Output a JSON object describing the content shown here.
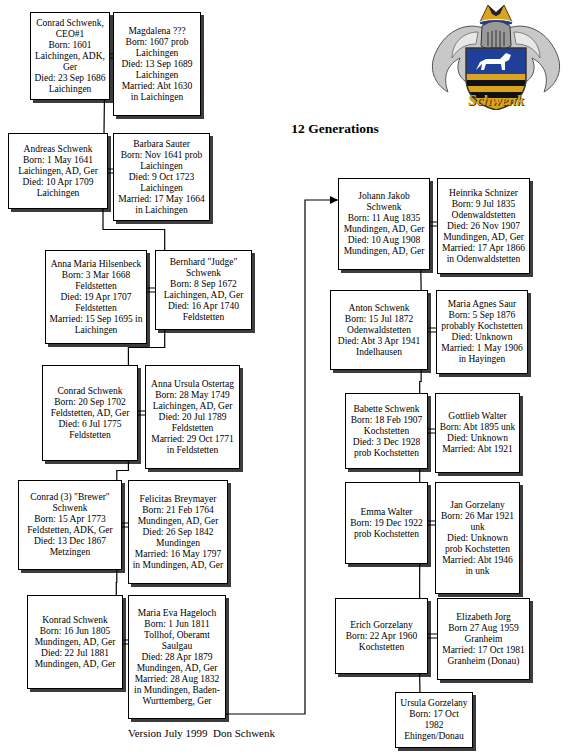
{
  "diagram": {
    "title": "12 Generations",
    "caption": "Version July 1999  Don Schwenk",
    "nodes": [
      {
        "text": [
          "Conrad Schwenk, CEO#1",
          "Born: 1601 Laichingen, ADK, Ger",
          "Died: 23 Sep 1686 Laichingen"
        ]
      },
      {
        "text": [
          "Magdalena ???",
          "Born: 1607 prob Laichingen",
          "Died: 13 Sep 1689 Laichingen",
          "Married: Abt 1630 in Laichingen"
        ]
      },
      {
        "text": [
          "Andreas Schwenk",
          "Born: 1 May 1641 Laichingen, AD, Ger",
          "Died: 10 Apr 1709 Laichingen"
        ]
      },
      {
        "text": [
          "Barbara Sauter",
          "Born: Nov 1641 prob Laichingen",
          "Died: 9 Oct 1723 Laichingen",
          "Married: 17 May 1664 in Laichingen"
        ]
      },
      {
        "text": [
          "Anna Maria Hilsenbeck",
          "Born: 3 Mar 1668 Feldstetten",
          "Died: 19 Apr 1707 Feldstetten",
          "Married: 15 Sep 1695 in Laichingen"
        ]
      },
      {
        "text": [
          "Bernhard \"Judge\" Schwenk",
          "Born: 8 Sep 1672 Laichingen, AD, Ger",
          "Died: 16 Apr 1740 Feldstetten"
        ]
      },
      {
        "text": [
          "Conrad Schwenk",
          "Born: 20 Sep 1702 Feldstetten, AD, Ger",
          "Died: 6 Jul 1775 Feldstetten"
        ]
      },
      {
        "text": [
          "Anna Ursula Ostertag",
          "Born: 28 May 1749 Laichingen, AD, Ger",
          "Died: 20 Jul 1789 Feldstetten",
          "Married: 29 Oct 1771 in Feldstetten"
        ]
      },
      {
        "text": [
          "Conrad (3) \"Brewer\" Schwenk",
          "Born: 15 Apr 1773 Feldstetten, ADK, Ger",
          "Died: 13 Dec 1867 Metzingen"
        ]
      },
      {
        "text": [
          "Felicitas Breymayer",
          "Born: 21 Feb 1764 Mundingen, AD, Ger",
          "Died: 26 Sep 1842 Mundingen",
          "Married: 16 May 1797 in Mundingen, AD, Ger"
        ]
      },
      {
        "text": [
          "Konrad Schwenk",
          "Born: 16 Jun 1805 Mundingen, AD, Ger",
          "Died: 22 Jul 1881 Mundingen, AD, Ger"
        ]
      },
      {
        "text": [
          "Maria Eva Hageloch",
          "Born: 1 Jun 1811 Tollhof, Oberamt Saulgau",
          "Died: 28 Apr 1879 Mundingen, AD, Ger",
          "Married: 28 Aug 1832 in Mundingen, Baden-Wurttemberg, Ger"
        ]
      },
      {
        "text": [
          "Johann Jakob Schwenk",
          "Born: 11 Aug 1835 Mundingen, AD, Ger",
          "Died: 10 Aug 1908 Mundingen, AD, Ger"
        ]
      },
      {
        "text": [
          "Heinrika Schnizer",
          "Born: 9 Jul 1835 Odenwaldstetten",
          "Died: 26 Nov 1907 Mundingen, AD, Ger",
          "Married: 17 Apr 1866 in Odenwaldstetten"
        ]
      },
      {
        "text": [
          "Anton Schwenk",
          "Born: 15 Jul 1872 Odenwaldstetten",
          "Died: Abt 3 Apr 1941 Indelhausen"
        ]
      },
      {
        "text": [
          "Maria Agnes Saur",
          "Born: 5 Sep 1876 probably Kochstetten",
          "Died: Unknown",
          "Married: 1 May 1906 in Hayingen"
        ]
      },
      {
        "text": [
          "Babette Schwenk",
          "Born: 18 Feb 1907 Kochstetten",
          "Died: 3 Dec 1928 prob Kochstetten"
        ]
      },
      {
        "text": [
          "Gottlieb Walter",
          "Born: Abt 1895 unk",
          "Died: Unknown",
          "Married: Abt 1921"
        ]
      },
      {
        "text": [
          "Emma Walter",
          "Born: 19 Dec 1922 prob Kochstetten"
        ]
      },
      {
        "text": [
          "Jan Gorzelany",
          "Born: 26 Mar 1921 unk",
          "Died: Unknown prob Kochstetten",
          "Married: Abt 1946 in unk"
        ]
      },
      {
        "text": [
          "Erich Gorzelany",
          "Born: 22 Apr 1960 Kochstetten"
        ]
      },
      {
        "text": [
          "Elizabeth Jorg",
          "Born 27 Aug 1959 Granheim",
          "Married: 17 Oct 1981 Granheim (Donau)"
        ]
      },
      {
        "text": [
          "Ursula Gorzelany",
          "Born: 17 Oct 1982 Ehingen/Donau"
        ]
      }
    ],
    "edges": [
      {
        "from": 0,
        "to": 1,
        "arrow": "none"
      },
      {
        "from": 2,
        "to": 3,
        "arrow": "none"
      },
      {
        "from": 4,
        "to": 5,
        "arrow": "none"
      },
      {
        "from": 6,
        "to": 7,
        "arrow": "none"
      },
      {
        "from": 8,
        "to": 9,
        "arrow": "none"
      },
      {
        "from": 10,
        "to": 11,
        "arrow": "none"
      },
      {
        "from": 12,
        "to": 13,
        "arrow": "none"
      },
      {
        "from": 14,
        "to": 15,
        "arrow": "none"
      },
      {
        "from": 16,
        "to": 17,
        "arrow": "none"
      },
      {
        "from": 18,
        "to": 19,
        "arrow": "none"
      },
      {
        "from": 20,
        "to": 21,
        "arrow": "none"
      },
      {
        "from": 0,
        "to": 2,
        "arrow": "none"
      },
      {
        "from": 2,
        "to": 5,
        "arrow": "none"
      },
      {
        "from": 5,
        "to": 6,
        "arrow": "none"
      },
      {
        "from": 6,
        "to": 8,
        "arrow": "none"
      },
      {
        "from": 8,
        "to": 10,
        "arrow": "none"
      },
      {
        "from": 11,
        "to": 12,
        "arrow": "to"
      },
      {
        "from": 12,
        "to": 14,
        "arrow": "none"
      },
      {
        "from": 14,
        "to": 16,
        "arrow": "none"
      },
      {
        "from": 16,
        "to": 18,
        "arrow": "none"
      },
      {
        "from": 18,
        "to": 20,
        "arrow": "none"
      },
      {
        "from": 20,
        "to": 22,
        "arrow": "none"
      }
    ],
    "labels": [
      "Schwenk"
    ]
  }
}
